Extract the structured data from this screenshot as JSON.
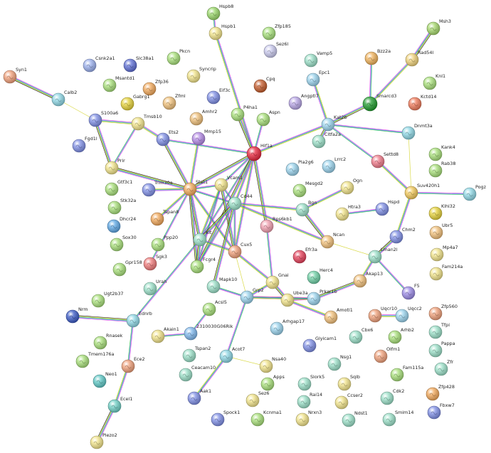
{
  "colors": {
    "hub": "#e8253c",
    "green_hub": "#1e9a2c",
    "edge_palette": [
      "#e13dd8",
      "#2f7fe8",
      "#33b84c",
      "#e0d22a",
      "#111111",
      "#8a6bd6"
    ],
    "text_mining_edge": "#d6d636"
  },
  "nodes": [
    {
      "id": "Hspb8",
      "color": "#9ad86a"
    },
    {
      "id": "Hspb1",
      "color": "#f2e48a"
    },
    {
      "id": "Zfp185",
      "color": "#a6e07a"
    },
    {
      "id": "Sez6l",
      "color": "#c9c9ee"
    },
    {
      "id": "Vamp5",
      "color": "#9be0c8"
    },
    {
      "id": "Bzz2a",
      "color": "#f0b25a"
    },
    {
      "id": "Msh3",
      "color": "#a6d86c"
    },
    {
      "id": "Rad54l",
      "color": "#f0d27a"
    },
    {
      "id": "Syn1",
      "color": "#f2a07a"
    },
    {
      "id": "Csnk2a1",
      "color": "#9bb0ee"
    },
    {
      "id": "Slc38a1",
      "color": "#5e6fd6"
    },
    {
      "id": "Pkcn",
      "color": "#a8e07a"
    },
    {
      "id": "Syncrip",
      "color": "#f2e48a"
    },
    {
      "id": "Cpq",
      "color": "#c45a2a"
    },
    {
      "id": "Epc1",
      "color": "#9bd4ee"
    },
    {
      "id": "Knl1",
      "color": "#a8e07a"
    },
    {
      "id": "Calb2",
      "color": "#8fd8e6"
    },
    {
      "id": "Msantd1",
      "color": "#a8e07a"
    },
    {
      "id": "Zfp36",
      "color": "#f2a85a"
    },
    {
      "id": "Gabrg1",
      "color": "#e6d23a"
    },
    {
      "id": "Zfml",
      "color": "#f0c07a"
    },
    {
      "id": "Eif3c",
      "color": "#7f8fe6"
    },
    {
      "id": "Angptl7",
      "color": "#b8a6e6"
    },
    {
      "id": "Smarcd3",
      "color": "#1e9a2c"
    },
    {
      "id": "Kctd14",
      "color": "#f07a5a"
    },
    {
      "id": "Amhr2",
      "color": "#f0c07a"
    },
    {
      "id": "Aspn",
      "color": "#a8e07a"
    },
    {
      "id": "P4ha1",
      "color": "#a8e07a"
    },
    {
      "id": "Kat2b",
      "color": "#9bd4ee"
    },
    {
      "id": "S100a6",
      "color": "#7f8fe6"
    },
    {
      "id": "Tmsb10",
      "color": "#f2e48a"
    },
    {
      "id": "Ets2",
      "color": "#7f8fe6"
    },
    {
      "id": "Mmp15",
      "color": "#b48ae6"
    },
    {
      "id": "Hif1a",
      "color": "#e8253c"
    },
    {
      "id": "Citfa2a",
      "color": "#9be0c8"
    },
    {
      "id": "Dnmt3a",
      "color": "#8fd8e6"
    },
    {
      "id": "Fgd1l",
      "color": "#7f8fe6"
    },
    {
      "id": "Kank4",
      "color": "#a8e07a"
    },
    {
      "id": "Rab38",
      "color": "#a8e07a"
    },
    {
      "id": "Prir",
      "color": "#f2e48a"
    },
    {
      "id": "Settd8",
      "color": "#f07a8a"
    },
    {
      "id": "Stat1",
      "color": "#f2a85a"
    },
    {
      "id": "Vcam1",
      "color": "#f2e48a"
    },
    {
      "id": "Pla2g6",
      "color": "#9bd4ee"
    },
    {
      "id": "Lrrc2",
      "color": "#9bd4ee"
    },
    {
      "id": "Gtf3c1",
      "color": "#a8e07a"
    },
    {
      "id": "Trim30a",
      "color": "#7f8fe6"
    },
    {
      "id": "Mesgd2",
      "color": "#a8e07a"
    },
    {
      "id": "Ogn",
      "color": "#f2e48a"
    },
    {
      "id": "Suv420h1",
      "color": "#f2c85a"
    },
    {
      "id": "Pogz",
      "color": "#8fd8e6"
    },
    {
      "id": "Stk32a",
      "color": "#a8e07a"
    },
    {
      "id": "Cd44",
      "color": "#9be0c8"
    },
    {
      "id": "Bgn",
      "color": "#9be0c8"
    },
    {
      "id": "Hspd",
      "color": "#7f8fe6"
    },
    {
      "id": "Htra3",
      "color": "#f2e48a"
    },
    {
      "id": "Klhl32",
      "color": "#e6d23a"
    },
    {
      "id": "Tspan8",
      "color": "#f2a85a"
    },
    {
      "id": "Dhcr24",
      "color": "#5ea8e6"
    },
    {
      "id": "Rps6kb1",
      "color": "#f2a0b0"
    },
    {
      "id": "Ubr5",
      "color": "#f2c07a"
    },
    {
      "id": "Sox30",
      "color": "#a8e07a"
    },
    {
      "id": "Ppp20",
      "color": "#a8e07a"
    },
    {
      "id": "Kit",
      "color": "#9be0c8"
    },
    {
      "id": "Ncan",
      "color": "#f2c07a"
    },
    {
      "id": "Chm2",
      "color": "#7f8fe6"
    },
    {
      "id": "Sgk3",
      "color": "#f07a7a"
    },
    {
      "id": "Cux5",
      "color": "#f0a07a"
    },
    {
      "id": "Efr3a",
      "color": "#e6405a"
    },
    {
      "id": "Mp4a7",
      "color": "#f2e48a"
    },
    {
      "id": "Lman2l",
      "color": "#9be0c8"
    },
    {
      "id": "Gpr158",
      "color": "#a8e07a"
    },
    {
      "id": "Fcgr4",
      "color": "#a8e07a"
    },
    {
      "id": "Herc4",
      "color": "#6fd0a6"
    },
    {
      "id": "Fam214a",
      "color": "#f2e48a"
    },
    {
      "id": "Gnai",
      "color": "#f2e48a"
    },
    {
      "id": "Akap13",
      "color": "#f2c07a"
    },
    {
      "id": "Urah",
      "color": "#9be0c8"
    },
    {
      "id": "Ugt2b37",
      "color": "#a8e07a"
    },
    {
      "id": "Mapk10",
      "color": "#9be0c8"
    },
    {
      "id": "Grp2",
      "color": "#9bd4ee"
    },
    {
      "id": "Ube3a",
      "color": "#f2e48a"
    },
    {
      "id": "Prkar1b",
      "color": "#9bd4ee"
    },
    {
      "id": "F5",
      "color": "#9b8ae6"
    },
    {
      "id": "Nrm",
      "color": "#3a5ac6"
    },
    {
      "id": "Acsl5",
      "color": "#a8e07a"
    },
    {
      "id": "Ednrb",
      "color": "#8fd8e6"
    },
    {
      "id": "Amotl1",
      "color": "#f2c07a"
    },
    {
      "id": "Uqcr10",
      "color": "#f0a07a"
    },
    {
      "id": "Uqcc2",
      "color": "#9bd4ee"
    },
    {
      "id": "Zfp560",
      "color": "#f0a07a"
    },
    {
      "id": "Arhgap17",
      "color": "#9bd4ee"
    },
    {
      "id": "Tfpi",
      "color": "#9be0c8"
    },
    {
      "id": "Akain1",
      "color": "#f2e48a"
    },
    {
      "id": "2310030G06Rik",
      "color": "#7fb8ee"
    },
    {
      "id": "Rnasek",
      "color": "#a8e07a"
    },
    {
      "id": "Cbx6",
      "color": "#9be0c8"
    },
    {
      "id": "Arhb2",
      "color": "#a8e07a"
    },
    {
      "id": "Glyicam1",
      "color": "#7f8fe6"
    },
    {
      "id": "Pappa",
      "color": "#9be0c8"
    },
    {
      "id": "Tmem176a",
      "color": "#a8e07a"
    },
    {
      "id": "Ece2",
      "color": "#f0a07a"
    },
    {
      "id": "Tspan2",
      "color": "#9be0c8"
    },
    {
      "id": "Acot7",
      "color": "#8fd8e6"
    },
    {
      "id": "Nsg1",
      "color": "#9be0c8"
    },
    {
      "id": "Olfm1",
      "color": "#f0a07a"
    },
    {
      "id": "Fam115a",
      "color": "#a8e07a"
    },
    {
      "id": "Zfr",
      "color": "#9be0c8"
    },
    {
      "id": "Neo1",
      "color": "#5ec8c6"
    },
    {
      "id": "Ceacam10",
      "color": "#9be0c8"
    },
    {
      "id": "Nsa40",
      "color": "#f2e48a"
    },
    {
      "id": "Apps",
      "color": "#a8e07a"
    },
    {
      "id": "Slork5",
      "color": "#9be0c8"
    },
    {
      "id": "Sqlb",
      "color": "#f2e48a"
    },
    {
      "id": "Ecel1",
      "color": "#6fd0c6"
    },
    {
      "id": "Aak1",
      "color": "#7f8fe6"
    },
    {
      "id": "Sez6",
      "color": "#f2e48a"
    },
    {
      "id": "Rai14",
      "color": "#9be0c8"
    },
    {
      "id": "Ccser2",
      "color": "#f2e48a"
    },
    {
      "id": "Cdk2",
      "color": "#9be0c8"
    },
    {
      "id": "Zfp428",
      "color": "#f2a85a"
    },
    {
      "id": "Smim14",
      "color": "#9be0c8"
    },
    {
      "id": "Piezo2",
      "color": "#f2e48a"
    },
    {
      "id": "Spock1",
      "color": "#7f8fe6"
    },
    {
      "id": "Kcnma1",
      "color": "#a8e07a"
    },
    {
      "id": "Nrxn3",
      "color": "#f2e48a"
    },
    {
      "id": "Ndst1",
      "color": "#9be0c8"
    },
    {
      "id": "Fbxw7",
      "color": "#7f8fe6"
    }
  ],
  "edges": [
    [
      "Hspb8",
      "Hspb1"
    ],
    [
      "Hspb1",
      "Hif1a"
    ],
    [
      "Syn1",
      "Calb2"
    ],
    [
      "Calb2",
      "S100a6"
    ],
    [
      "S100a6",
      "Tmsb10"
    ],
    [
      "S100a6",
      "Prir"
    ],
    [
      "Tmsb10",
      "Prir"
    ],
    [
      "Tmsb10",
      "Ets2"
    ],
    [
      "Ets2",
      "Stat1"
    ],
    [
      "Ets2",
      "Hif1a"
    ],
    [
      "Mmp15",
      "Stat1"
    ],
    [
      "P4ha1",
      "Hif1a"
    ],
    [
      "Aspn",
      "Hif1a"
    ],
    [
      "Hif1a",
      "Kat2b"
    ],
    [
      "Kat2b",
      "Smarcd3"
    ],
    [
      "Smarcd3",
      "Bzz2a"
    ],
    [
      "Smarcd3",
      "Rad54l"
    ],
    [
      "Rad54l",
      "Msh3"
    ],
    [
      "Kat2b",
      "Settd8"
    ],
    [
      "Kat2b",
      "Epc1"
    ],
    [
      "Kat2b",
      "Citfa2a"
    ],
    [
      "Kat2b",
      "Dnmt3a"
    ],
    [
      "Settd8",
      "Suv420h1"
    ],
    [
      "Dnmt3a",
      "Suv420h1"
    ],
    [
      "Suv420h1",
      "Pogz"
    ],
    [
      "Suv420h1",
      "Chm2"
    ],
    [
      "Chm2",
      "Lman2l"
    ],
    [
      "Lman2l",
      "F5"
    ],
    [
      "Lman2l",
      "Akap13"
    ],
    [
      "Akap13",
      "Prkar1b"
    ],
    [
      "Prkar1b",
      "Ube3a"
    ],
    [
      "Prkar1b",
      "Grp2"
    ],
    [
      "Hif1a",
      "Stat1"
    ],
    [
      "Hif1a",
      "Vcam1"
    ],
    [
      "Hif1a",
      "Cd44"
    ],
    [
      "Hif1a",
      "Rps6kb1"
    ],
    [
      "Hif1a",
      "Kit"
    ],
    [
      "Hif1a",
      "Cux5"
    ],
    [
      "Hif1a",
      "Fcgr4"
    ],
    [
      "Stat1",
      "Vcam1"
    ],
    [
      "Stat1",
      "Trim30a"
    ],
    [
      "Stat1",
      "Kit"
    ],
    [
      "Stat1",
      "Cd44"
    ],
    [
      "Stat1",
      "Cux5"
    ],
    [
      "Stat1",
      "Fcgr4"
    ],
    [
      "Stat1",
      "Sgk3"
    ],
    [
      "Stat1",
      "Tspan8"
    ],
    [
      "Stat1",
      "Prir"
    ],
    [
      "Vcam1",
      "Cd44"
    ],
    [
      "Vcam1",
      "Kit"
    ],
    [
      "Vcam1",
      "Cux5"
    ],
    [
      "Vcam1",
      "Fcgr4"
    ],
    [
      "Cd44",
      "Bgn"
    ],
    [
      "Cd44",
      "Kit"
    ],
    [
      "Cd44",
      "Cux5"
    ],
    [
      "Cd44",
      "Ncan"
    ],
    [
      "Cd44",
      "Mapk10"
    ],
    [
      "Cd44",
      "Fcgr4"
    ],
    [
      "Bgn",
      "Ogn"
    ],
    [
      "Bgn",
      "Ncan"
    ],
    [
      "Htra3",
      "Hspd"
    ],
    [
      "Kit",
      "Cux5"
    ],
    [
      "Kit",
      "Fcgr4"
    ],
    [
      "Kit",
      "Ednrb"
    ],
    [
      "Cux5",
      "Gnai"
    ],
    [
      "Cux5",
      "Grp2"
    ],
    [
      "Rps6kb1",
      "Gnai"
    ],
    [
      "Gnai",
      "Grp2"
    ],
    [
      "Gnai",
      "Ube3a"
    ],
    [
      "Grp2",
      "Mapk10"
    ],
    [
      "Grp2",
      "Prkar1b"
    ],
    [
      "Ednrb",
      "Nrm"
    ],
    [
      "Ednrb",
      "Ece2"
    ],
    [
      "Ece2",
      "Ecel1"
    ],
    [
      "Ecel1",
      "Piezo2"
    ],
    [
      "Acsl5",
      "2310030G06Rik"
    ],
    [
      "Acot7",
      "Aak1"
    ],
    [
      "Acot7",
      "Nsa40"
    ],
    [
      "Acot7",
      "Grp2"
    ],
    [
      "Uqcr10",
      "Uqcc2"
    ],
    [
      "Ncan",
      "Lman2l"
    ],
    [
      "Akain1",
      "2310030G06Rik"
    ],
    [
      "Amotl1",
      "Ube3a"
    ]
  ],
  "yellow_edges": [
    [
      "Calb2",
      "S100a6"
    ],
    [
      "Prir",
      "Stat1"
    ],
    [
      "Prir",
      "Hif1a"
    ],
    [
      "Dnmt3a",
      "Suv420h1"
    ],
    [
      "Ncan",
      "Lman2l"
    ],
    [
      "Acot7",
      "Nsa40"
    ],
    [
      "Cux5",
      "Grp2"
    ]
  ]
}
